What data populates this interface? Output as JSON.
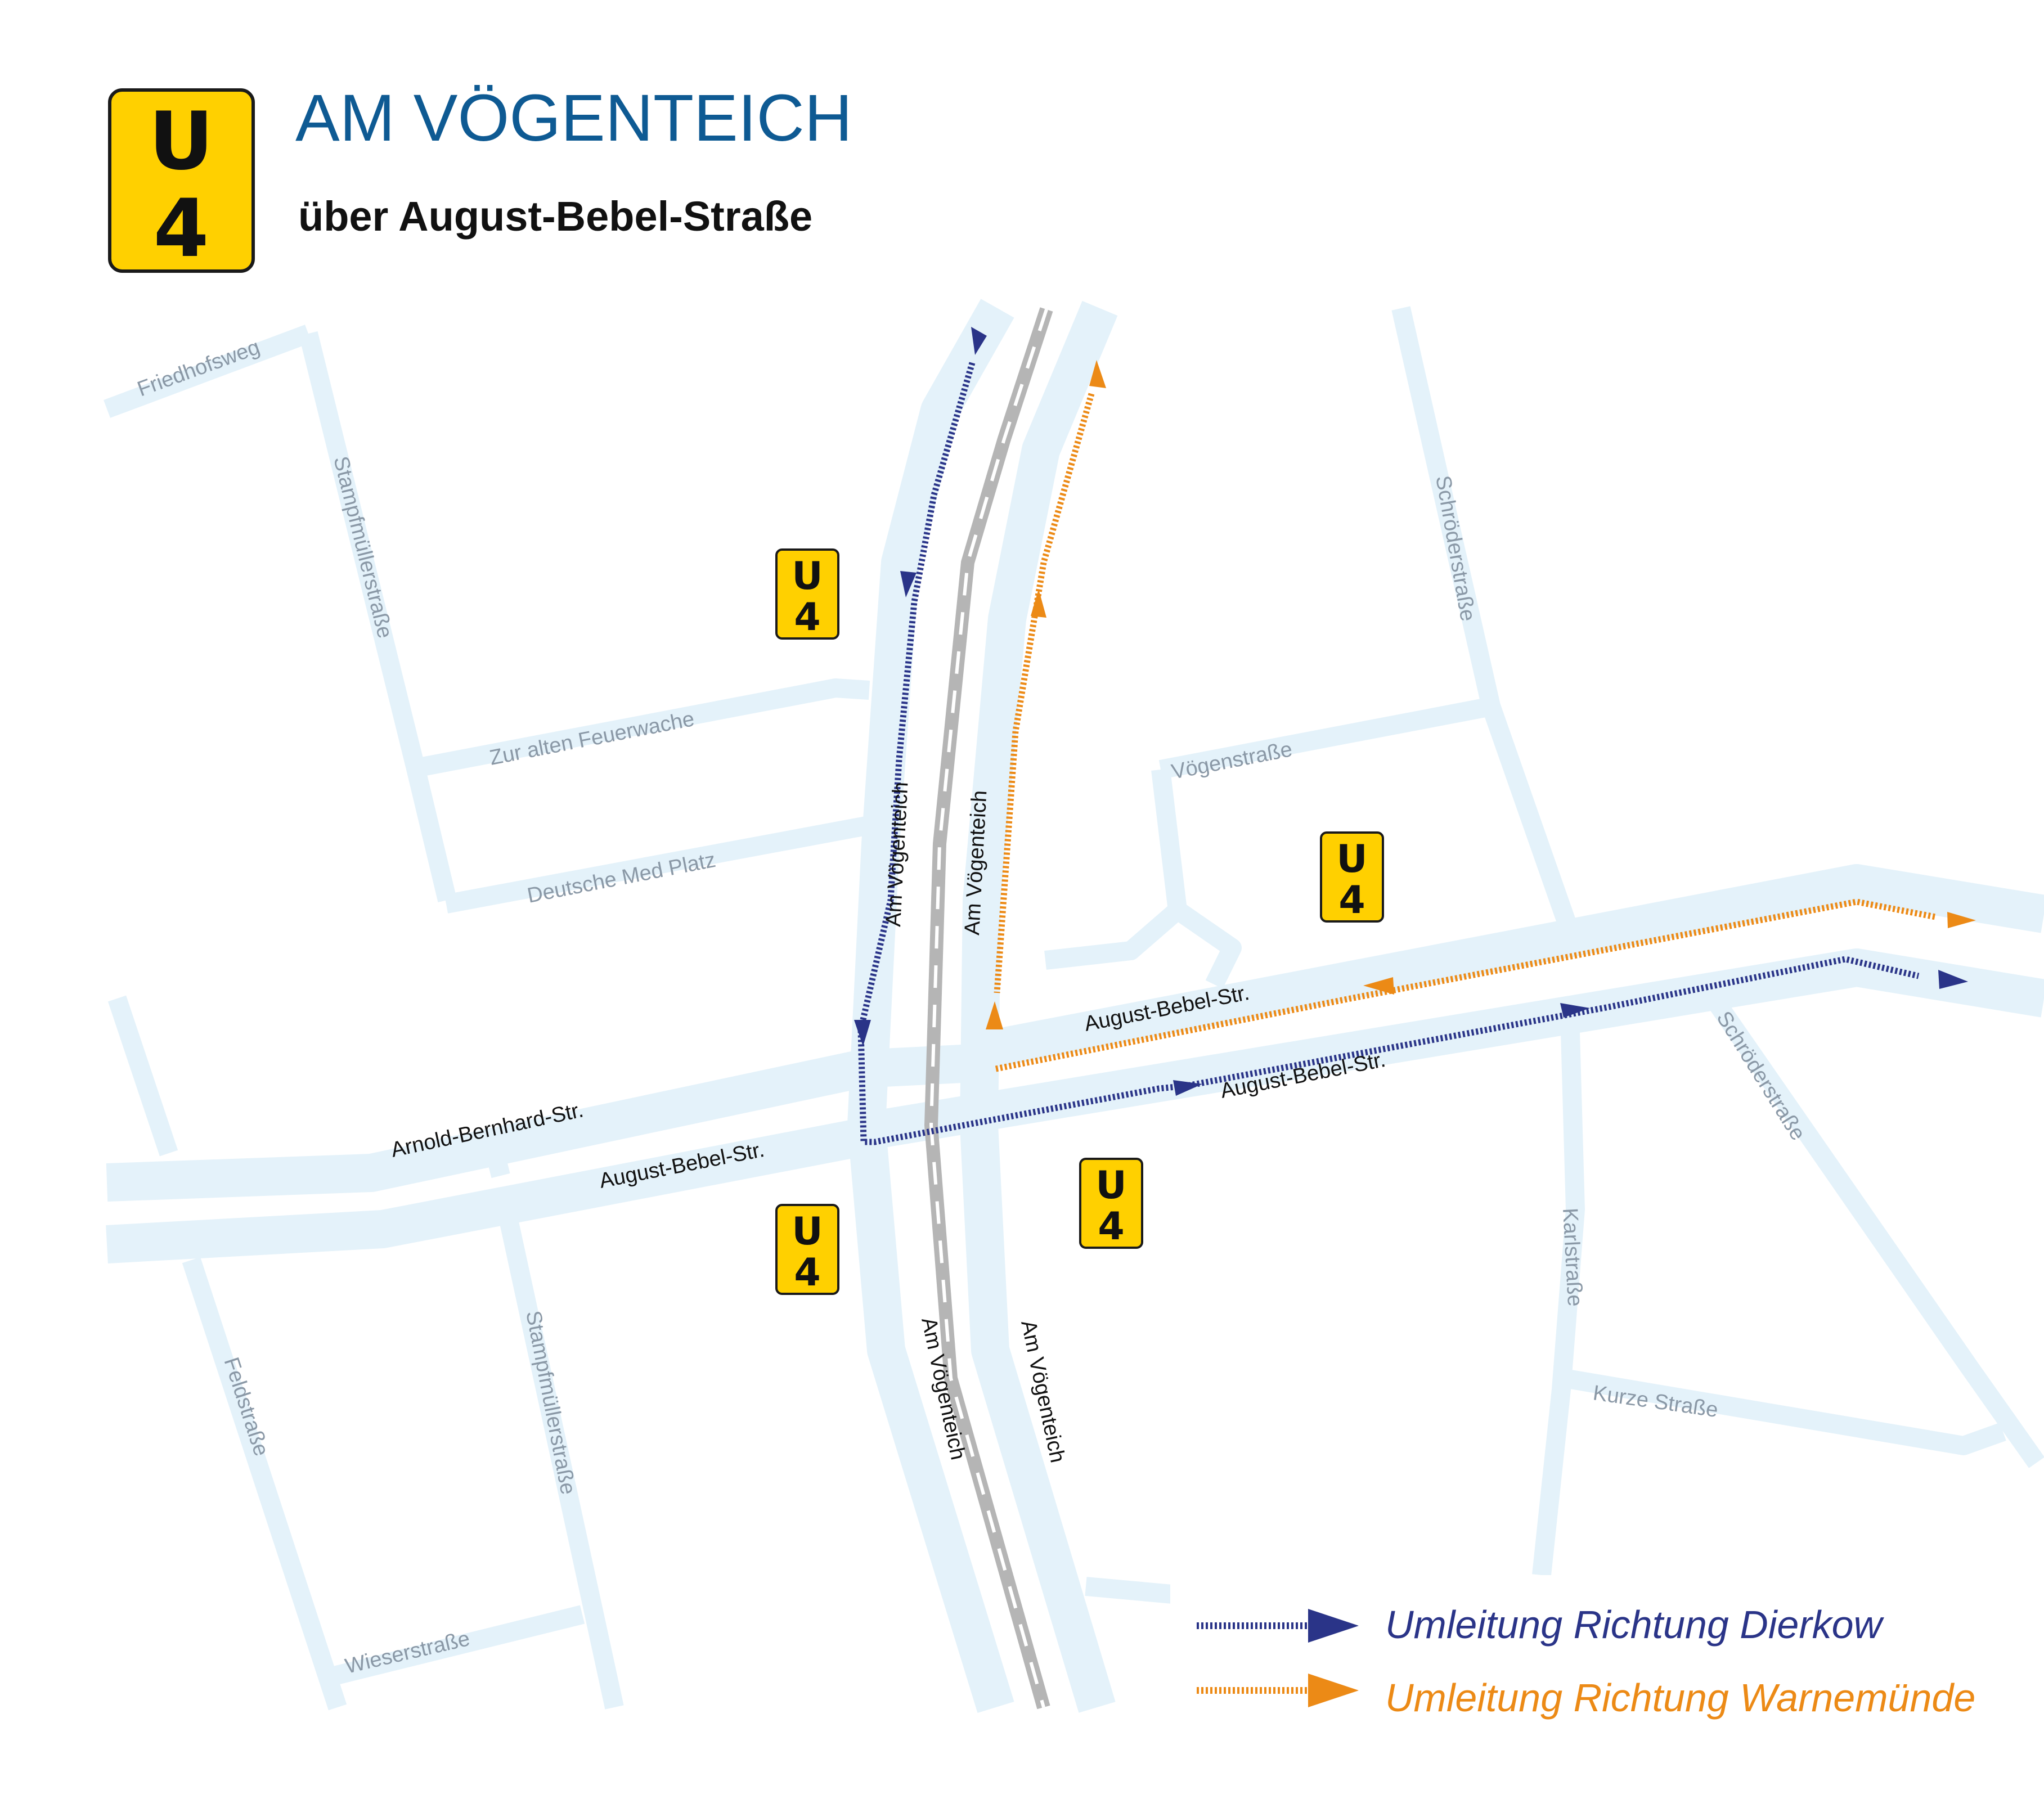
{
  "header": {
    "line_badge": {
      "letter": "U",
      "number": "4"
    },
    "title": "AM VÖGENTEICH",
    "subtitle": "über August-Bebel-Straße"
  },
  "colors": {
    "badge_fill": "#ffd000",
    "road": "#e4f2fa",
    "rail": "#b5b5b5",
    "route_dierkow": "#2a3488",
    "route_warnemuende": "#ec8a16",
    "title": "#0e5a93",
    "street_label": "#8a98a6"
  },
  "streets": {
    "friedhofsweg": "Friedhofsweg",
    "stampfmueller_north": "Stampfmüllerstraße",
    "stampfmueller_south": "Stampfmüllerstraße",
    "zur_alten_feuerwache": "Zur alten Feuerwache",
    "deutsche_med_platz": "Deutsche Med Platz",
    "arnold_bernhard": "Arnold-Bernhard-Str.",
    "august_bebel_west": "August-Bebel-Str.",
    "august_bebel_east_north": "August-Bebel-Str.",
    "august_bebel_east_south": "August-Bebel-Str.",
    "am_voegenteich_nw": "Am Vögenteich",
    "am_voegenteich_ne": "Am Vögenteich",
    "am_voegenteich_sw": "Am Vögenteich",
    "am_voegenteich_se": "Am Vögenteich",
    "voegenstrasse": "Vögenstraße",
    "schroederstrasse_north": "Schröderstraße",
    "schroederstrasse_south": "Schröderstraße",
    "karlstrasse": "Karlstraße",
    "kurze_strasse": "Kurze Straße",
    "feldstrasse": "Feldstraße",
    "wieserstrasse": "Wieserstraße"
  },
  "stop_badges": [
    {
      "id": "nw",
      "letter": "U",
      "number": "4"
    },
    {
      "id": "ne",
      "letter": "U",
      "number": "4"
    },
    {
      "id": "sw",
      "letter": "U",
      "number": "4"
    },
    {
      "id": "se",
      "letter": "U",
      "number": "4"
    }
  ],
  "legend": [
    {
      "label": "Umleitung Richtung Dierkow",
      "color": "#2a3488",
      "icon": "arrow-right-icon"
    },
    {
      "label": "Umleitung Richtung Warnemünde",
      "color": "#ec8a16",
      "icon": "arrow-right-icon"
    }
  ]
}
